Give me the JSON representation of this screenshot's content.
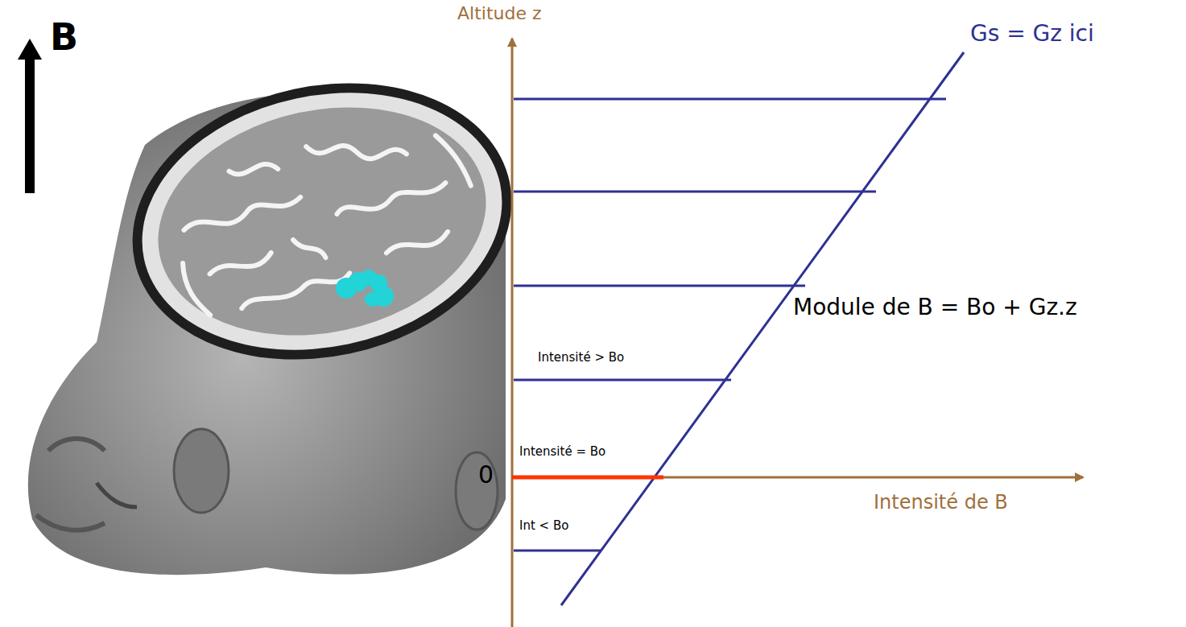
{
  "diagram": {
    "labels": [
      "B",
      "Altitude z",
      "Gs = Gz ici",
      "Intensité > Bo",
      "Intensité = Bo",
      "0",
      "Module de B = Bo + Gz.z",
      "Intensité de B",
      "Int < Bo"
    ]
  }
}
